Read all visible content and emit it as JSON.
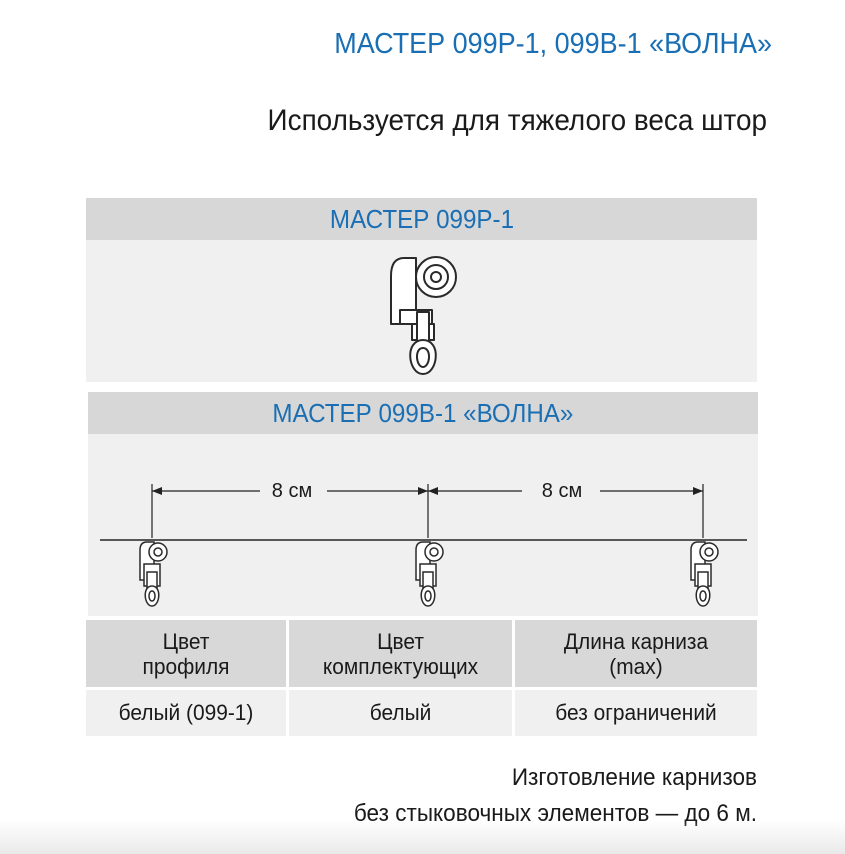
{
  "title": "МАСТЕР 099Р-1, 099В-1 «ВОЛНА»",
  "subtitle": "Используется для тяжелого веса штор",
  "colors": {
    "accent": "#1a6fb4",
    "band": "#d7d7d8",
    "panel": "#f0f0f1"
  },
  "sections": [
    {
      "heading": "МАСТЕР 099Р-1",
      "illustration": "single-roller-hook-icon"
    },
    {
      "heading": "МАСТЕР 099В-1 «ВОЛНА»",
      "illustration": "wave-runners-diagram",
      "spacing_labels": [
        "8 см",
        "8 см"
      ]
    }
  ],
  "spec_table": {
    "headers": [
      [
        "Цвет",
        "профиля"
      ],
      [
        "Цвет",
        "комплектующих"
      ],
      [
        "Длина карниза",
        "(max)"
      ]
    ],
    "values": [
      "белый (099-1)",
      "белый",
      "без ограничений"
    ]
  },
  "footnote": [
    "Изготовление карнизов",
    "без стыковочных элементов — до 6 м."
  ]
}
